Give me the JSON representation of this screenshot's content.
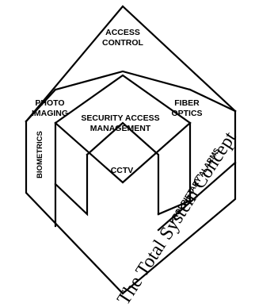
{
  "diagram": {
    "labels": {
      "access_control_line1": "ACCESS",
      "access_control_line2": "CONTROL",
      "photo_imaging_line1": "PHOTO",
      "photo_imaging_line2": "IMAGING",
      "fiber_optics_line1": "FIBER",
      "fiber_optics_line2": "OPTICS",
      "security_access_line1": "SECURITY ACCESS",
      "security_access_line2": "MANAGEMENT",
      "cctv": "CCTV",
      "biometrics": "BIOMETRICS",
      "proprietary_alarms": "PROPRIETARY ALARMS"
    },
    "slogan": "The Total System Concept"
  }
}
